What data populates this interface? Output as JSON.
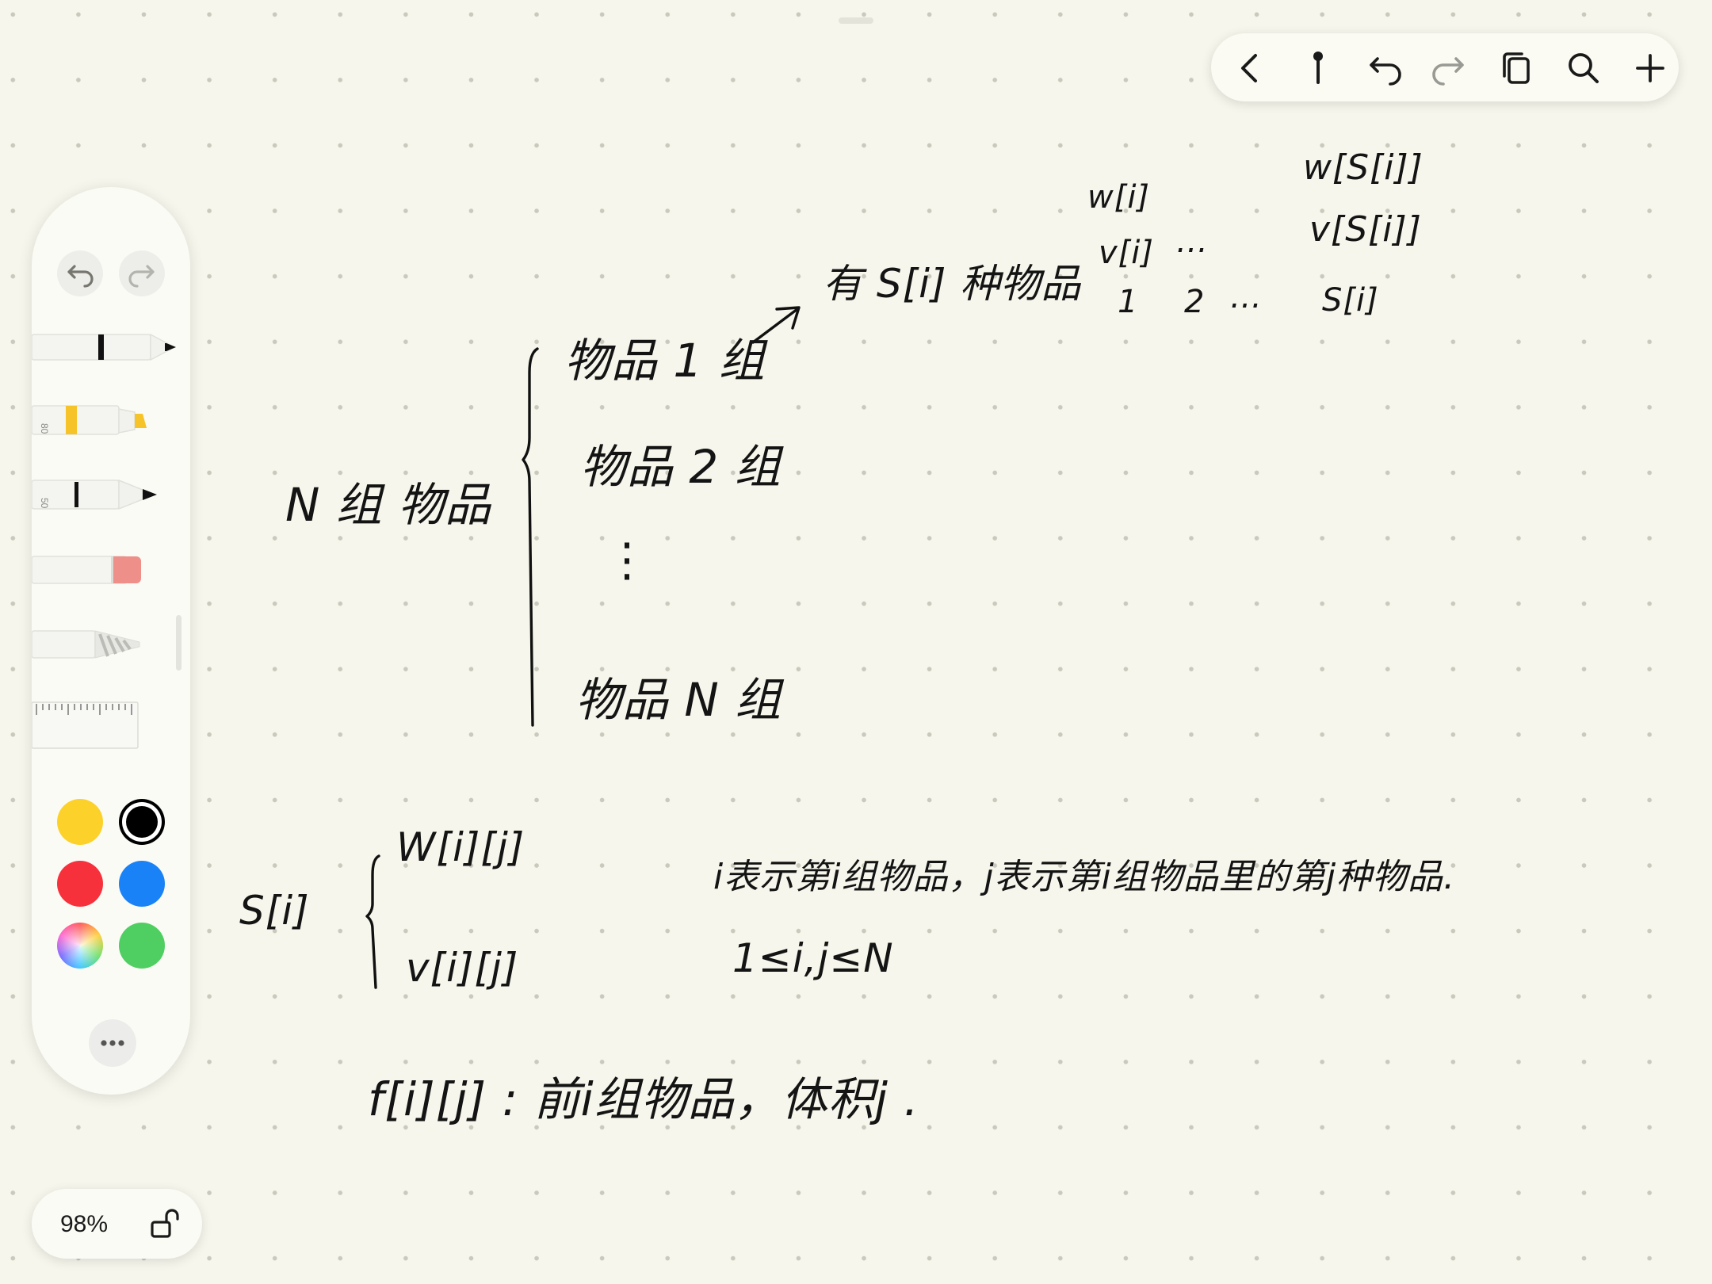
{
  "app": {
    "zoom_level": "98%",
    "accent_black": "#000000"
  },
  "topbar": {
    "icons": [
      "chevron-left-icon",
      "pin-icon",
      "undo-icon",
      "redo-icon",
      "pages-icon",
      "search-icon",
      "plus-icon"
    ]
  },
  "palette": {
    "tools": [
      "pen",
      "highlighter",
      "pencil",
      "eraser",
      "lasso",
      "ruler"
    ],
    "highlighter_width": "80",
    "pencil_width": "50",
    "colors": [
      {
        "name": "yellow",
        "hex": "#fcd12a"
      },
      {
        "name": "black",
        "hex": "#000000",
        "selected": true
      },
      {
        "name": "red",
        "hex": "#f7313c"
      },
      {
        "name": "blue",
        "hex": "#1a82f7"
      },
      {
        "name": "multicolor",
        "hex": "multicolor"
      },
      {
        "name": "green",
        "hex": "#4fcf62"
      }
    ]
  },
  "notes": {
    "groups_label": "N 组 物品",
    "group1": "物品 1 组",
    "group2": "物品 2 组",
    "group_dots": "⋮",
    "groupN": "物品 N 组",
    "has_items": "有 S[i] 种物品",
    "w_first": "w[i]",
    "v_first": "v[i]",
    "dots_mid": "…",
    "w_last": "w[S[i]]",
    "v_last": "v[S[i]]",
    "idx_1": "1",
    "idx_2": "2",
    "idx_dots": "…",
    "idx_last": "S[i]",
    "s_label": "S[i]",
    "w_ij": "W[i][j]",
    "v_ij": "v[i][j]",
    "meaning": "i表示第i组物品，j表示第i组物品里的第j种物品.",
    "range": "1≤i,j≤N",
    "f_def": "f[i][j] :  前i组物品，体积j ."
  }
}
